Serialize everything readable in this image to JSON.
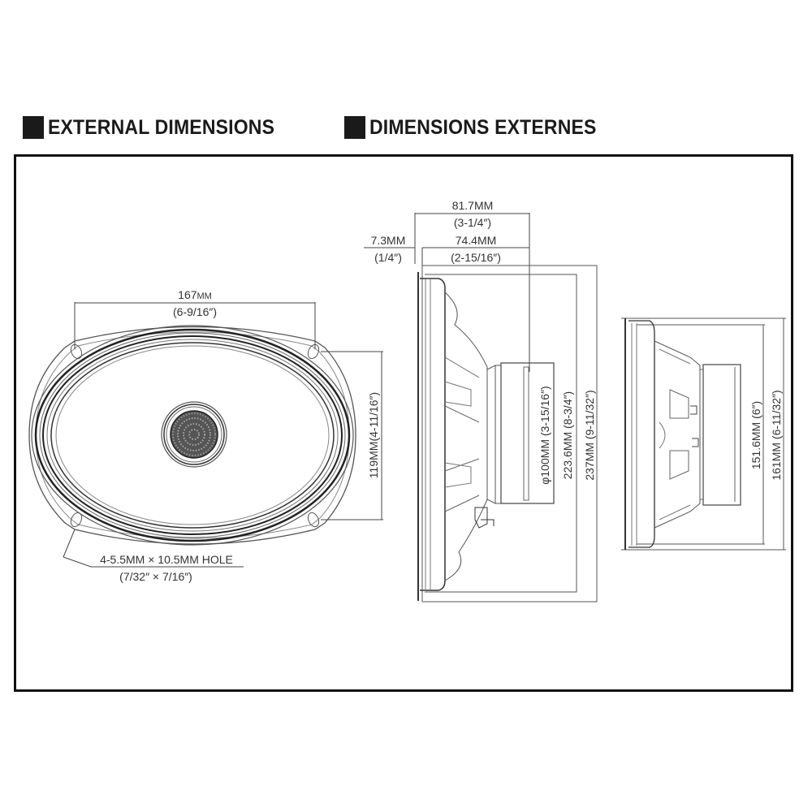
{
  "headings": [
    {
      "label": "EXTERNAL DIMENSIONS",
      "icon": "black-square-icon"
    },
    {
      "label": "DIMENSIONS EXTERNES",
      "icon": "black-square-icon"
    }
  ],
  "front_view": {
    "width_mm": "167",
    "width_unit": "MM",
    "width_in": "(6-9/16″)",
    "height_label": "119MM(4-11/16″)",
    "hole_label": "4-5.5MM × 10.5MM HOLE",
    "hole_in": "(7/32″ × 7/16″)"
  },
  "side_view": {
    "overall_depth_mm": "81.7MM",
    "overall_depth_in": "(3-1/4″)",
    "flange_mm": "7.3MM",
    "flange_in": "(1/4″)",
    "mount_depth_mm": "74.4MM",
    "mount_depth_in": "(2-15/16″)",
    "magnet_label": "φ100MM  (3-15/16″)",
    "cutout_label": "223.6MM  (8-3/4″)",
    "overall_label": "237MM  (9-11/32″)"
  },
  "end_view": {
    "cutout_label": "151.6MM  (6″)",
    "overall_label": "161MM  (6-11/32″)"
  },
  "colors": {
    "ink": "#1a1a1a",
    "line": "#444444",
    "background": "#ffffff"
  }
}
